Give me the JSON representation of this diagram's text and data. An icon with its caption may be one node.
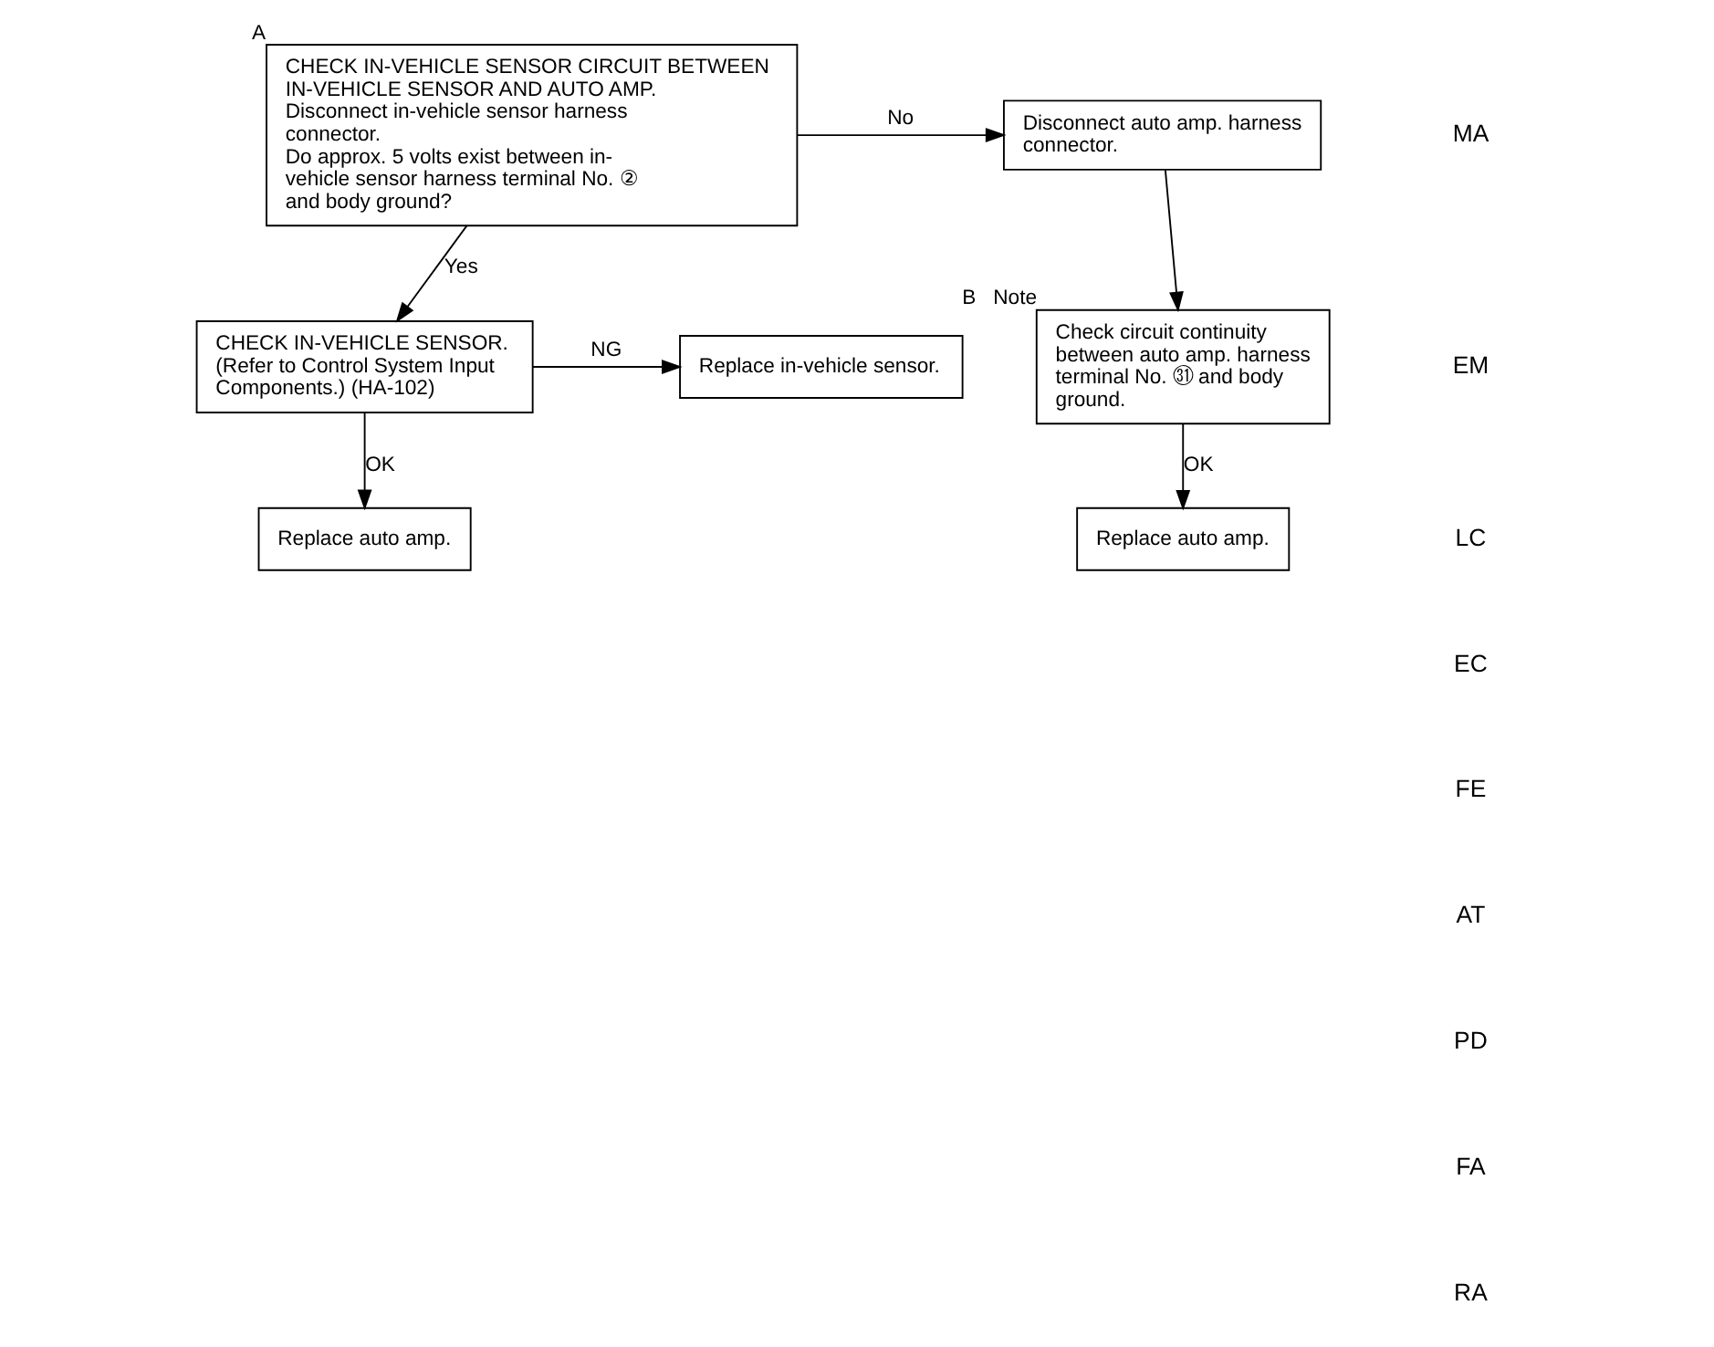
{
  "diagram": {
    "nodes": [
      {
        "text": [
          "CHECK IN-VEHICLE SENSOR CIRCUIT BETWEEN IN-VEHICLE SENSOR AND AUTO AMP.",
          "Disconnect in-vehicle sensor harness connector.",
          "Do approx. 5 volts exist between in-vehicle sensor harness terminal No. ② and body ground?"
        ],
        "beside": [
          "A"
        ]
      },
      {
        "text": [
          "Disconnect auto amp. harness connector."
        ]
      },
      {
        "text": [
          "Check circuit continuity between auto amp. harness terminal No. ㉛ and body ground."
        ],
        "beside": [
          "B",
          "Note"
        ]
      },
      {
        "text": [
          "Replace auto amp."
        ]
      },
      {
        "text": [
          "CHECK IN-VEHICLE SENSOR.",
          "(Refer to Control System Input Components.) (HA-102)"
        ]
      },
      {
        "text": [
          "Replace in-vehicle sensor."
        ]
      },
      {
        "text": [
          "Replace auto amp."
        ]
      }
    ],
    "edges": [
      {
        "from": 0,
        "to": 1,
        "arrow": "to",
        "label": "No"
      },
      {
        "from": 1,
        "to": 2,
        "arrow": "to"
      },
      {
        "from": 2,
        "to": 3,
        "arrow": "to",
        "label": "OK"
      },
      {
        "from": 0,
        "to": 4,
        "arrow": "to",
        "label": "Yes"
      },
      {
        "from": 4,
        "to": 5,
        "arrow": "to",
        "label": "NG"
      },
      {
        "from": 4,
        "to": 6,
        "arrow": "to",
        "label": "OK"
      }
    ],
    "labels": [
      "MA",
      "EM",
      "LC",
      "EC",
      "FE",
      "AT",
      "PD",
      "FA",
      "RA"
    ]
  }
}
